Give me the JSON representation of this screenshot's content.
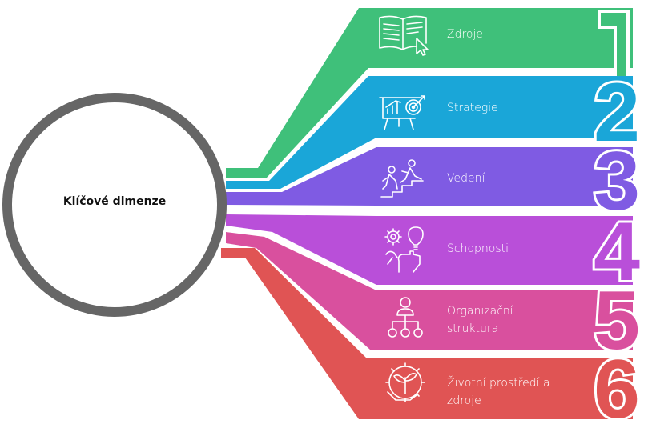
{
  "center": {
    "title": "Klíčové dimenze"
  },
  "items": [
    {
      "number": "1",
      "label": "Zdroje",
      "color": "#3FC07A",
      "icon": "open-book-cursor-icon"
    },
    {
      "number": "2",
      "label": "Strategie",
      "color": "#1AA6D8",
      "icon": "presentation-target-icon"
    },
    {
      "number": "3",
      "label": "Vedení",
      "color": "#7F5BE3",
      "icon": "people-climbing-steps-icon"
    },
    {
      "number": "4",
      "label": "Schopnosti",
      "color": "#B94FD9",
      "icon": "gear-lightbulb-hand-icon"
    },
    {
      "number": "5",
      "label_lines": [
        "Organizační",
        "struktura"
      ],
      "color": "#D9509E",
      "icon": "org-chart-icon"
    },
    {
      "number": "6",
      "label_lines": [
        "Životní prostředí a",
        "zdroje"
      ],
      "color": "#E05454",
      "icon": "gear-plant-hand-icon"
    }
  ],
  "colors": {
    "circle_stroke": "#666666",
    "text_dark": "#111111"
  }
}
